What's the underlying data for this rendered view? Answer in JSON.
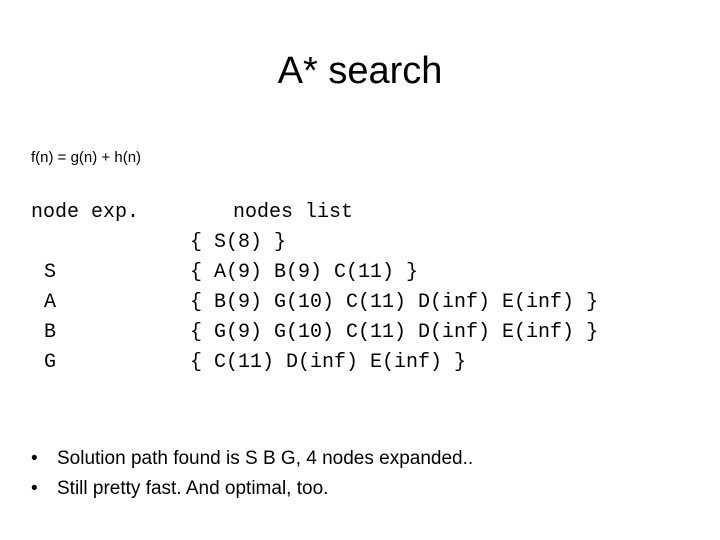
{
  "slide": {
    "title": "A* search",
    "formula": "f(n) = g(n) + h(n)",
    "headers": {
      "node_exp": "node exp.",
      "nodes_list": "nodes list"
    },
    "node_expanded": [
      "",
      "S",
      "A",
      "B",
      "G"
    ],
    "node_lists": [
      "{ S(8) }",
      "{ A(9) B(9) C(11) }",
      "{ B(9) G(10) C(11) D(inf) E(inf) }",
      "{ G(9) G(10) C(11) D(inf) E(inf) }",
      "{ C(11) D(inf) E(inf) }"
    ],
    "bullets": [
      "Solution path found is S B G, 4 nodes expanded..",
      "Still pretty fast. And optimal, too."
    ],
    "bullet_glyph": "•"
  }
}
